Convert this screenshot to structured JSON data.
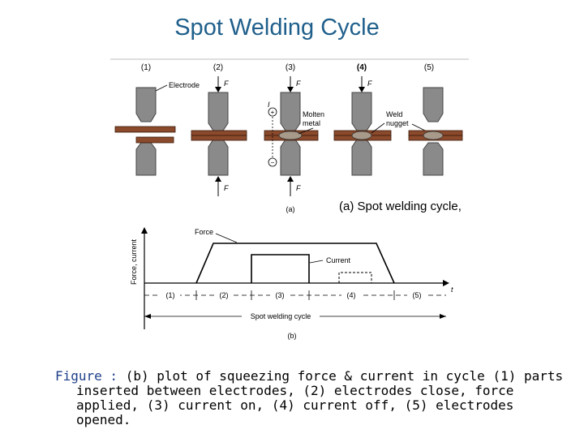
{
  "slide_title": "Spot Welding Cycle",
  "panel_a": {
    "step_labels": [
      "(1)",
      "(2)",
      "(3)",
      "(4)",
      "(5)"
    ],
    "force_label": "F",
    "current_label": "I",
    "callout_electrode": "Electrode",
    "callout_molten_line1": "Molten",
    "callout_molten_line2": "metal",
    "callout_weld_line1": "Weld",
    "callout_weld_line2": "nugget",
    "polarity_plus": "+",
    "polarity_minus": "−",
    "sub_label": "(a)",
    "caption": "(a) Spot welding cycle,"
  },
  "panel_b": {
    "y_axis_label": "Force, current",
    "x_axis_label": "t",
    "force_callout": "Force",
    "current_callout": "Current",
    "interval_labels": [
      "(1)",
      "(2)",
      "(3)",
      "(4)",
      "(5)"
    ],
    "cycle_label": "Spot welding cycle",
    "sub_label": "(b)"
  },
  "figure_caption": {
    "prefix": "Figure :",
    "lines": [
      "(b) plot of squeezing force & current in cycle (1) parts",
      "inserted between electrodes, (2) electrodes close, force",
      "applied, (3) current on, (4) current off, (5) electrodes",
      "opened."
    ]
  },
  "colors": {
    "title": "#1f5f8b",
    "electrode": "#8a8a8a",
    "workpiece": "#8b4a2b",
    "nugget": "#a89a8a"
  }
}
